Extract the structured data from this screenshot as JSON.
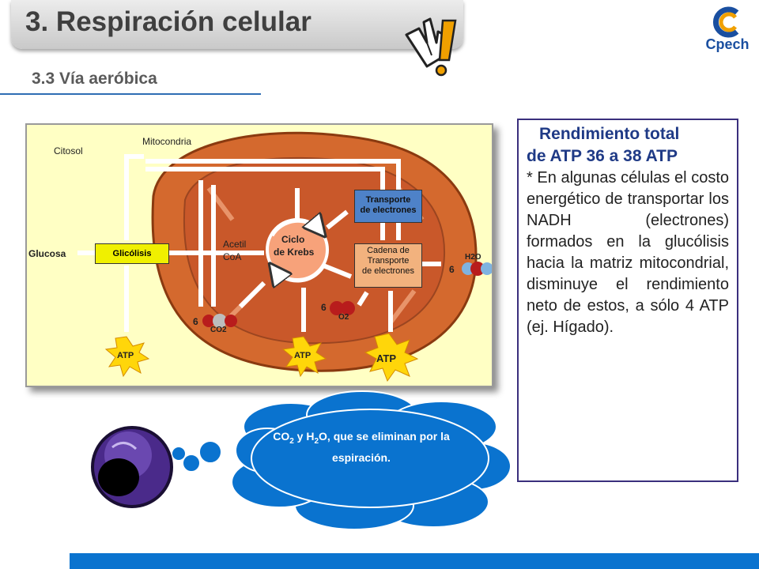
{
  "header": {
    "title": "3. Respiración celular",
    "subtitle": "3.3 Vía aeróbica",
    "logo_text": "Cpech"
  },
  "diagram": {
    "citosol": "Citosol",
    "mitocondria": "Mitocondria",
    "glucosa": "Glucosa",
    "glicolisis": "Glicólisis",
    "acetil": "Acetil",
    "coa": "CoA",
    "ciclo_line1": "Ciclo",
    "ciclo_line2": "de Krebs",
    "transporte_line1": "Transporte",
    "transporte_line2": "de electrones",
    "cadena_line1": "Cadena de",
    "cadena_line2": "Transporte",
    "cadena_line3": "de electrones",
    "co2_coef": "6",
    "co2_formula": "CO2",
    "o2_coef": "6",
    "o2_formula": "O2",
    "h2o_coef": "6",
    "h2o_formula": "H2O",
    "atp_label": "ATP"
  },
  "info": {
    "heading_line1": "Rendimiento total",
    "heading_line2": "de ATP  36 a 38 ATP",
    "body": "* En algunas células el costo energético de transportar los NADH (electrones) formados en la glucólisis hacia la matriz mitocondrial, disminuye el rendimiento neto de estos, a sólo 4 ATP (ej. Hígado)."
  },
  "cloud": {
    "co": "CO",
    "sub_2a": "2",
    "y_h": " y H",
    "sub_2b": "2",
    "rest": "O, que se eliminan por la espiración."
  },
  "colors": {
    "accent_blue": "#0a73cf",
    "title_gray": "#3f3f3f",
    "heading_blue": "#1f3a86",
    "mito_orange": "#d4692e"
  }
}
